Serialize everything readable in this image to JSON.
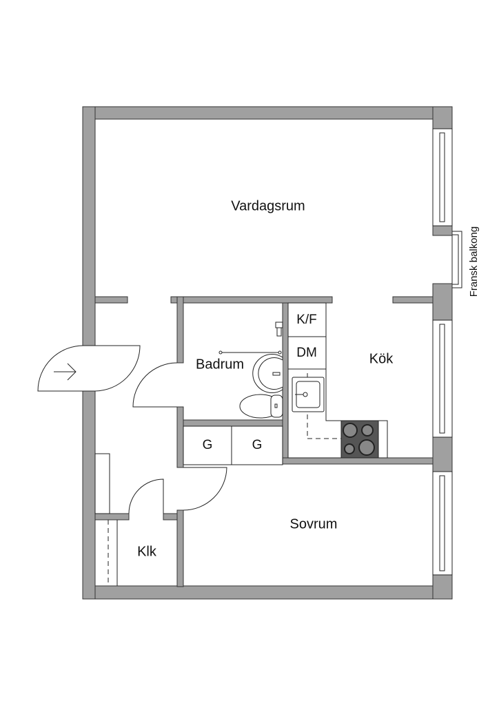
{
  "rooms": {
    "living_room": "Vardagsrum",
    "bathroom": "Badrum",
    "kitchen": "Kök",
    "bedroom": "Sovrum",
    "closet": "Klk"
  },
  "fixtures": {
    "wardrobe_1": "G",
    "wardrobe_2": "G",
    "fridge_freezer": "K/F",
    "dishwasher": "DM"
  },
  "annotations": {
    "french_balcony": "Fransk balkong"
  },
  "colors": {
    "wall": "#a0a0a0",
    "stove": "#555555"
  }
}
